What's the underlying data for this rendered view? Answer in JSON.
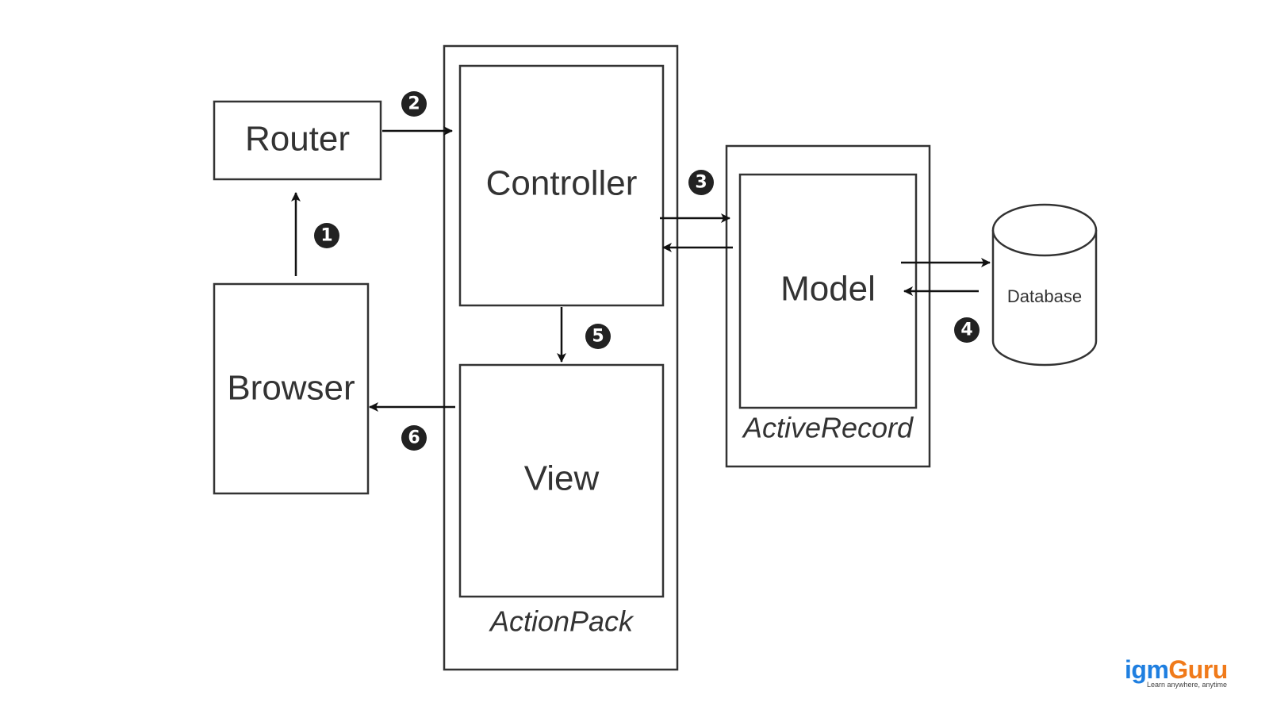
{
  "nodes": {
    "router": "Router",
    "browser": "Browser",
    "controller": "Controller",
    "view": "View",
    "action_pack": "ActionPack",
    "model": "Model",
    "active_record": "ActiveRecord",
    "database": "Database"
  },
  "steps": [
    "1",
    "2",
    "3",
    "4",
    "5",
    "6"
  ],
  "logo": {
    "brand_part1": "igm",
    "brand_part2": "Guru",
    "tagline": "Learn anywhere, anytime"
  },
  "colors": {
    "line": "#333333",
    "badge": "#222222",
    "brand_blue": "#1f7fe0",
    "brand_orange": "#f07a1a"
  }
}
